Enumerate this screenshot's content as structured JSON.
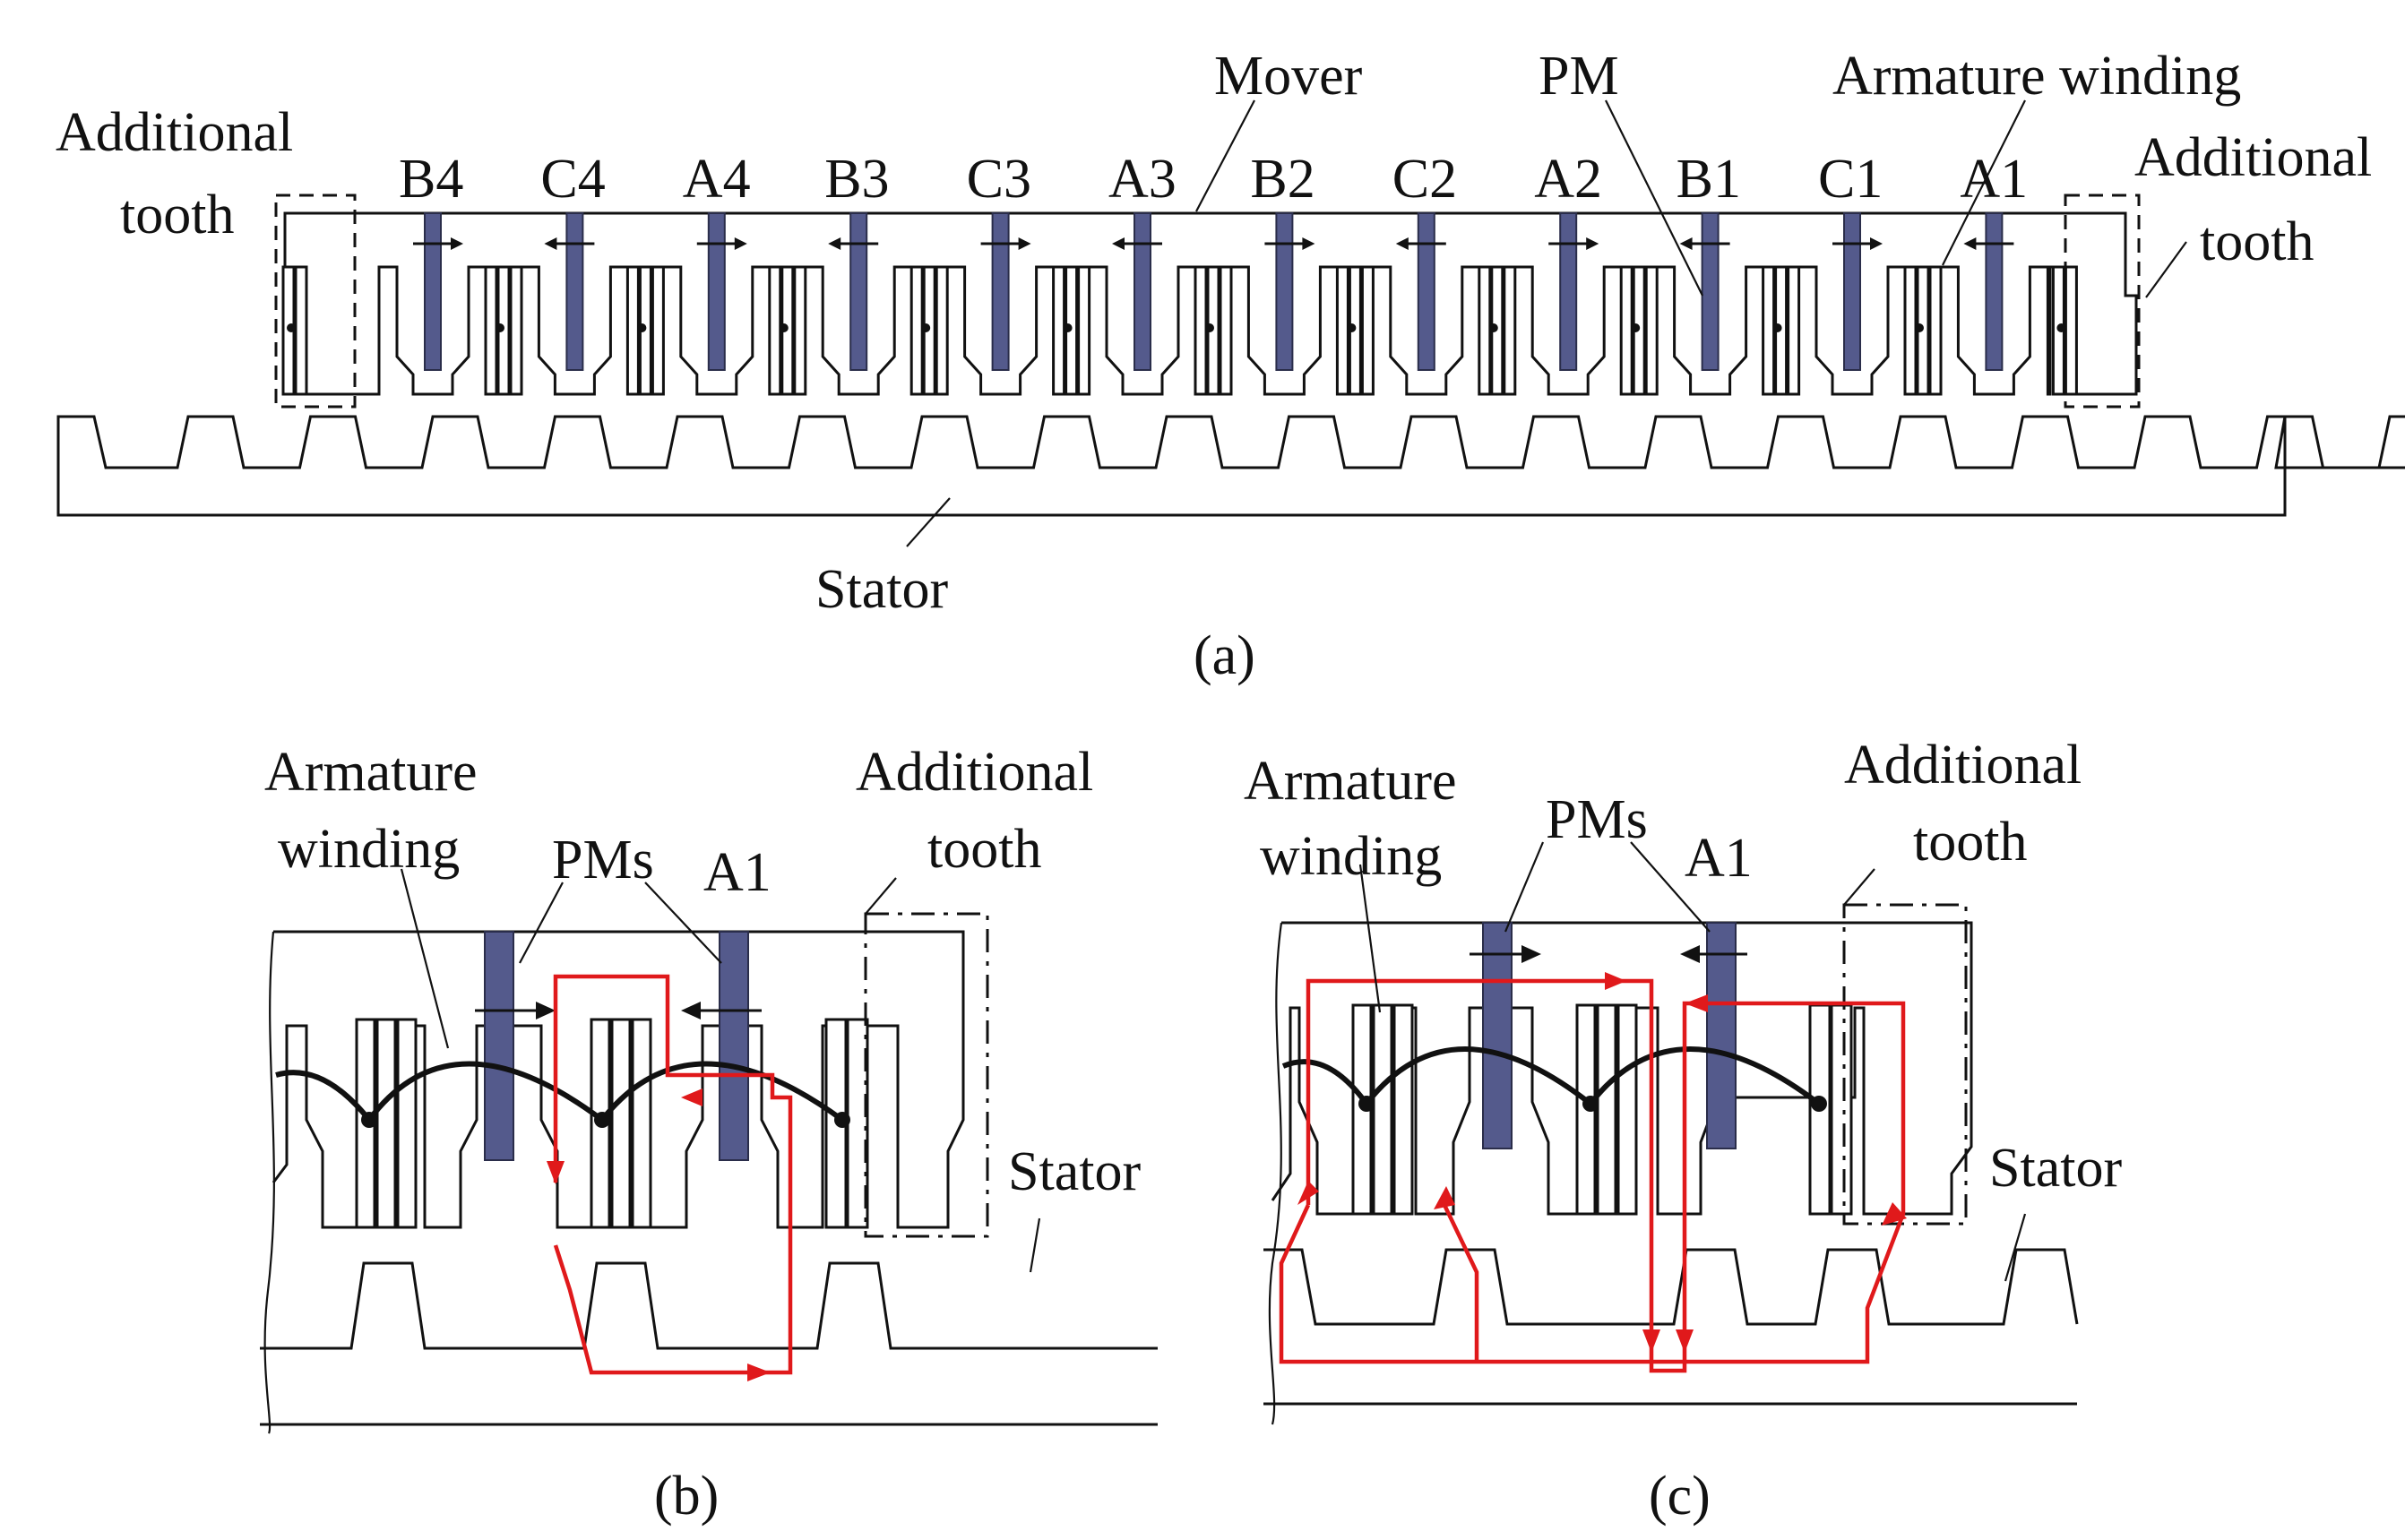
{
  "panel_a": {
    "phase_labels": [
      "B4",
      "C4",
      "A4",
      "B3",
      "C3",
      "A3",
      "B2",
      "C2",
      "A2",
      "B1",
      "C1",
      "A1"
    ],
    "label_mover": "Mover",
    "label_pm": "PM",
    "label_armature": "Armature winding",
    "label_additional_left_1": "Additional",
    "label_additional_left_2": "tooth",
    "label_additional_right_1": "Additional",
    "label_additional_right_2": "tooth",
    "label_stator": "Stator",
    "caption": "(a)"
  },
  "panel_b": {
    "label_armature_1": "Armature",
    "label_armature_2": "winding",
    "label_pms": "PMs",
    "label_a1": "A1",
    "label_additional_1": "Additional",
    "label_additional_2": "tooth",
    "label_stator": "Stator",
    "caption": "(b)"
  },
  "panel_c": {
    "label_armature_1": "Armature",
    "label_armature_2": "winding",
    "label_pms": "PMs",
    "label_a1": "A1",
    "label_additional_1": "Additional",
    "label_additional_2": "tooth",
    "label_stator": "Stator",
    "caption": "(c)"
  },
  "colors": {
    "pm": "#545a8c",
    "flux": "#e0191b",
    "line": "#111111"
  }
}
